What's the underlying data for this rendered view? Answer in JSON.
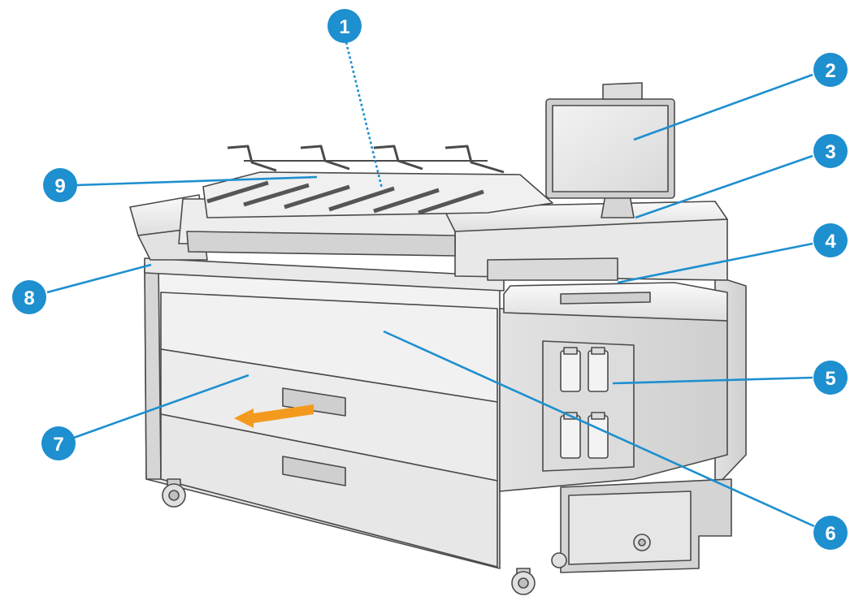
{
  "diagram": {
    "subject": "large-format printer front view",
    "accent_color": "#1e8fcf",
    "arrow_color": "#f39a1e",
    "callouts": [
      {
        "id": "1",
        "number": "1"
      },
      {
        "id": "2",
        "number": "2"
      },
      {
        "id": "3",
        "number": "3"
      },
      {
        "id": "4",
        "number": "4"
      },
      {
        "id": "5",
        "number": "5"
      },
      {
        "id": "6",
        "number": "6"
      },
      {
        "id": "7",
        "number": "7"
      },
      {
        "id": "8",
        "number": "8"
      },
      {
        "id": "9",
        "number": "9"
      }
    ]
  }
}
